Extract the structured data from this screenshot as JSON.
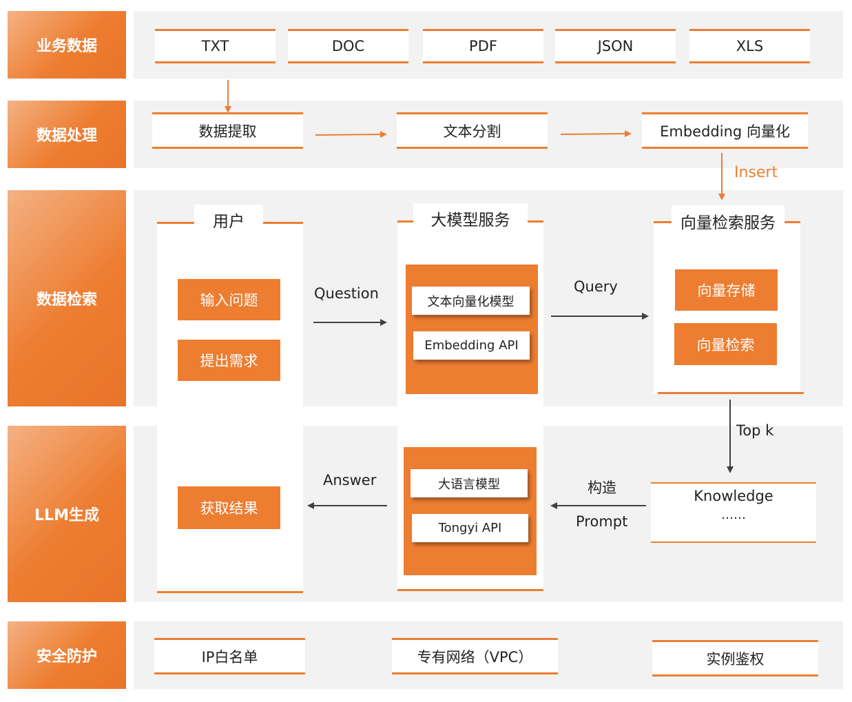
{
  "lanes": {
    "business_data": "业务数据",
    "data_processing": "数据处理",
    "data_retrieval": "数据检索",
    "llm_generation": "LLM生成",
    "security": "安全防护"
  },
  "business_data": {
    "formats": [
      "TXT",
      "DOC",
      "PDF",
      "JSON",
      "XLS"
    ]
  },
  "processing": {
    "extract": "数据提取",
    "split": "文本分割",
    "embedding": "Embedding 向量化",
    "insert_label": "Insert"
  },
  "user_panel": {
    "title": "用户",
    "input_question": "输入问题",
    "raise_request": "提出需求",
    "get_result": "获取结果"
  },
  "model_service": {
    "title": "大模型服务",
    "text_vector_model": "文本向量化模型",
    "embedding_api": "Embedding API",
    "llm": "大语言模型",
    "tongyi_api": "Tongyi API"
  },
  "vector_service": {
    "title": "向量检索服务",
    "storage": "向量存储",
    "retrieval": "向量检索"
  },
  "flow_labels": {
    "question": "Question",
    "query": "Query",
    "topk": "Top  k",
    "construct": "构造",
    "prompt": "Prompt",
    "answer": "Answer"
  },
  "knowledge": {
    "title": "Knowledge",
    "ellipsis": "……"
  },
  "security": {
    "ip_whitelist": "IP白名单",
    "vpc": "专有网络（VPC）",
    "instance_auth": "实例鉴权"
  },
  "colors": {
    "accent": "#ed7d31",
    "band": "#f2f2f2",
    "arrow_dark": "#404040"
  }
}
